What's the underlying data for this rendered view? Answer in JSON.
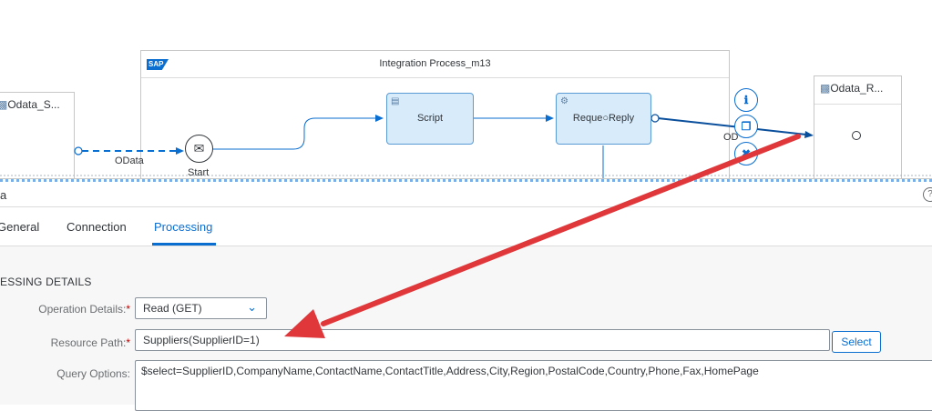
{
  "canvas": {
    "sender_participant": {
      "label": "Odata_S..."
    },
    "receiver_participant": {
      "label": "Odata_R..."
    },
    "pool": {
      "brand": "SAP",
      "title": "Integration Process_m13"
    },
    "sender_channel_label": "OData",
    "receiver_channel_label": "OD",
    "start_event_label": "Start",
    "steps": [
      {
        "label": "Script"
      },
      {
        "label": "Reque○Reply"
      }
    ],
    "context_buttons": [
      {
        "glyph": "ℹ",
        "icon": "info-icon"
      },
      {
        "glyph": "❐",
        "icon": "copy-icon"
      },
      {
        "glyph": "✖",
        "icon": "delete-icon"
      }
    ],
    "annotation_arrow_color": "#e0373b"
  },
  "panel": {
    "title": "a",
    "tabs": [
      {
        "label": "General"
      },
      {
        "label": "Connection"
      },
      {
        "label": "Processing"
      }
    ],
    "active_tab": "Processing",
    "section_title": "ESSING DETAILS",
    "fields": {
      "operation_details": {
        "label": "Operation Details:",
        "required": "*",
        "value": "Read (GET)"
      },
      "resource_path": {
        "label": "Resource Path:",
        "required": "*",
        "value": "Suppliers(SupplierID=1)",
        "button": "Select"
      },
      "query_options": {
        "label": "Query Options:",
        "value": "$select=SupplierID,CompanyName,ContactName,ContactTitle,Address,City,Region,PostalCode,Country,Phone,Fax,HomePage"
      }
    }
  },
  "colors": {
    "accent": "#0a6ed1",
    "step_fill": "#d7ebfb",
    "required": "#bb0000"
  }
}
